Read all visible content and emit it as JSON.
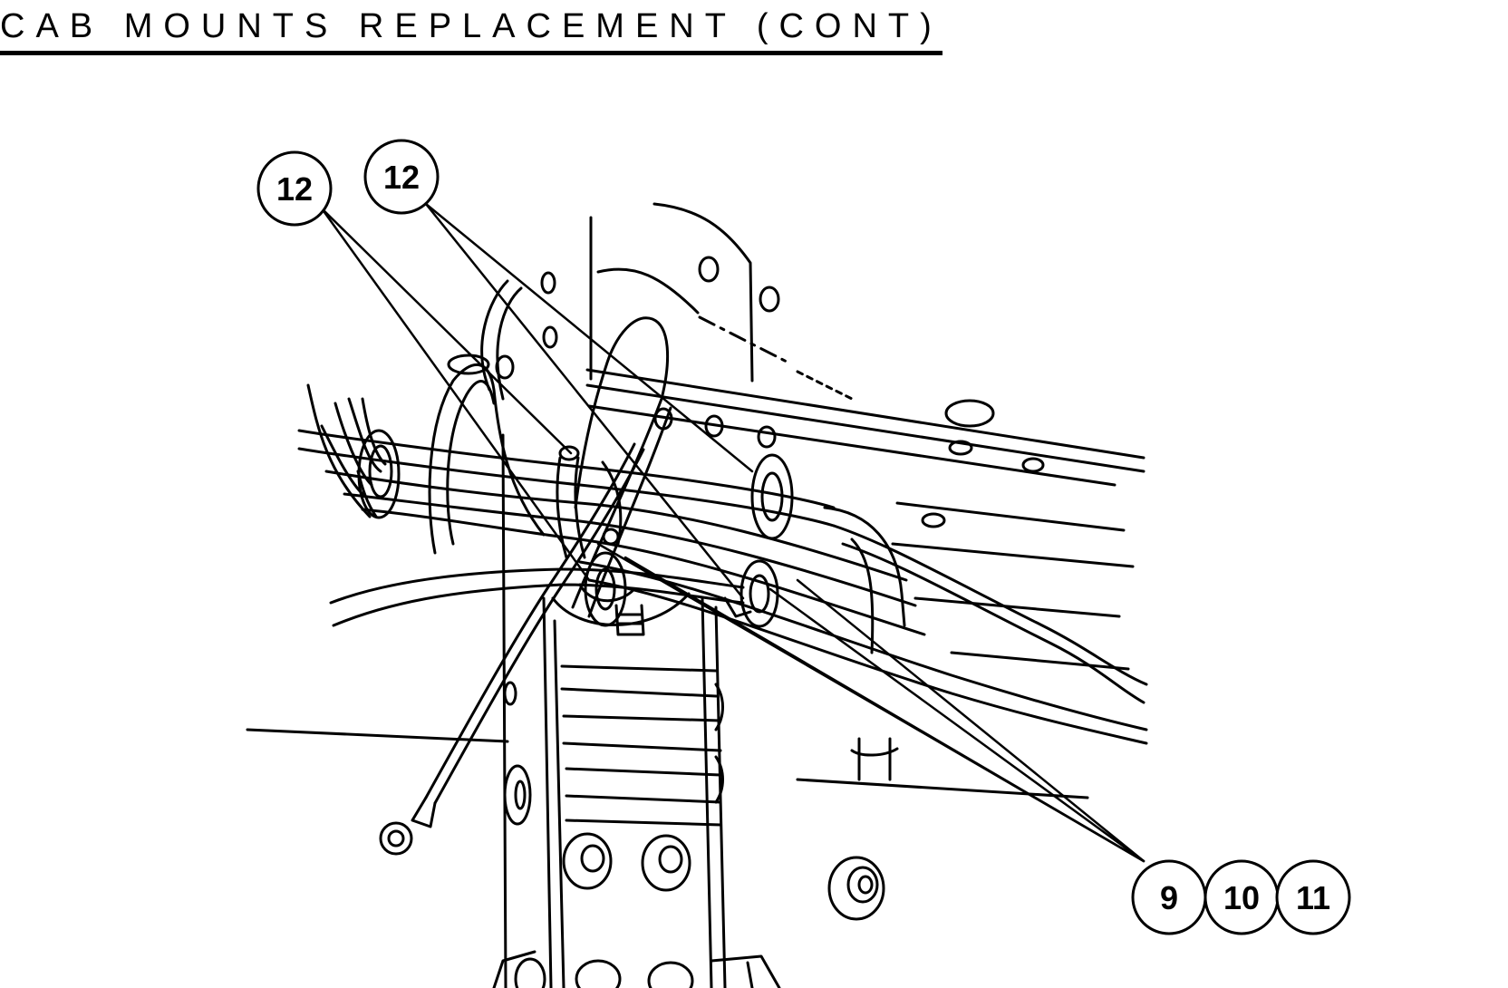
{
  "page": {
    "title": "CAB MOUNTS REPLACEMENT (CONT)"
  },
  "callouts": {
    "c12_left": "12",
    "c12_right": "12",
    "c9": "9",
    "c10": "10",
    "c11": "11"
  },
  "colors": {
    "ink": "#000000",
    "paper": "#ffffff"
  }
}
